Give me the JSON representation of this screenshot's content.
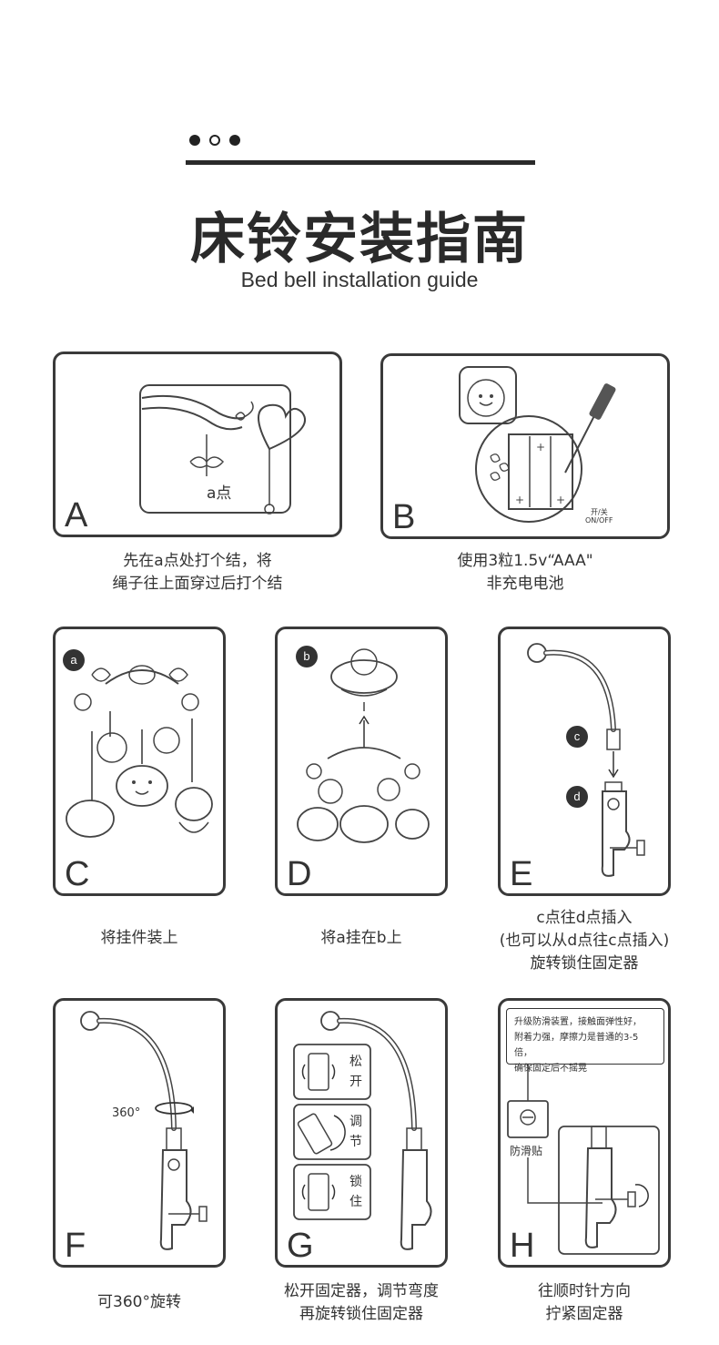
{
  "header": {
    "title": "床铃安装指南",
    "subtitle": "Bed bell installation guide"
  },
  "steps": {
    "A": {
      "letter": "A",
      "label_a": "a点",
      "caption": [
        "先在a点处打个结，将",
        "绳子往上面穿过后打个结"
      ]
    },
    "B": {
      "letter": "B",
      "switch": "开/关",
      "switch_en": "ON/OFF",
      "caption": [
        "使用3粒1.5v“AAA\"",
        "非充电电池"
      ]
    },
    "C": {
      "letter": "C",
      "badge": "a",
      "caption": [
        "将挂件装上"
      ]
    },
    "D": {
      "letter": "D",
      "badge": "b",
      "caption": [
        "将a挂在b上"
      ]
    },
    "E": {
      "letter": "E",
      "badge_c": "c",
      "badge_d": "d",
      "caption": [
        "c点往d点插入",
        "(也可以从d点往c点插入)",
        "旋转锁住固定器"
      ]
    },
    "F": {
      "letter": "F",
      "rotation": "360°",
      "caption": [
        "可360°旋转"
      ]
    },
    "G": {
      "letter": "G",
      "loosen": [
        "松",
        "开"
      ],
      "adjust": [
        "调",
        "节"
      ],
      "lock": [
        "锁",
        "住"
      ],
      "caption": [
        "松开固定器，调节弯度",
        "再旋转锁住固定器"
      ]
    },
    "H": {
      "letter": "H",
      "note": [
        "升级防滑装置，接触面弹性好，",
        "附着力强，摩擦力是普通的3-5倍，",
        "确保固定后不摇晃"
      ],
      "pad": "防滑贴",
      "caption": [
        "往顺时针方向",
        "拧紧固定器"
      ]
    }
  }
}
